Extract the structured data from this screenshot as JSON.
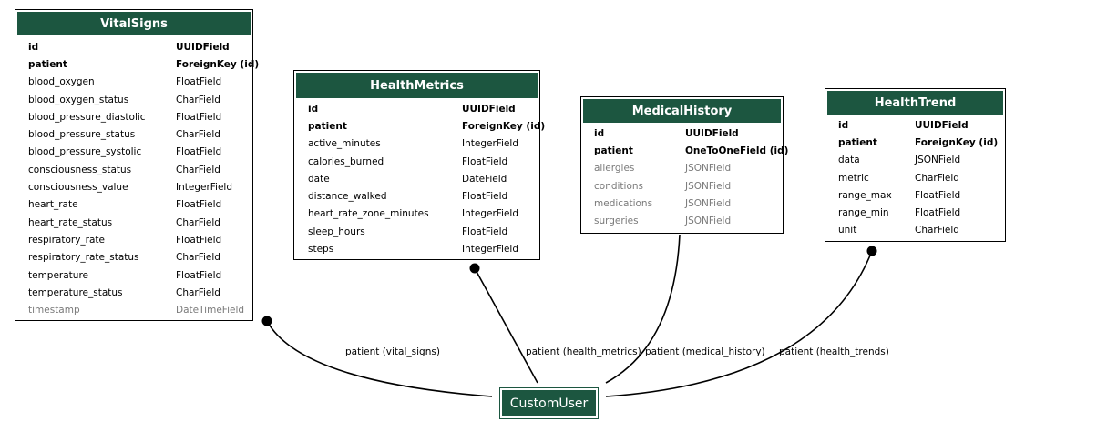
{
  "entities": {
    "vital_signs": {
      "title": "VitalSigns",
      "fields": [
        {
          "name": "id",
          "type": "UUIDField",
          "style": "key"
        },
        {
          "name": "patient",
          "type": "ForeignKey (id)",
          "style": "key"
        },
        {
          "name": "blood_oxygen",
          "type": "FloatField",
          "style": "normal"
        },
        {
          "name": "blood_oxygen_status",
          "type": "CharField",
          "style": "normal"
        },
        {
          "name": "blood_pressure_diastolic",
          "type": "FloatField",
          "style": "normal"
        },
        {
          "name": "blood_pressure_status",
          "type": "CharField",
          "style": "normal"
        },
        {
          "name": "blood_pressure_systolic",
          "type": "FloatField",
          "style": "normal"
        },
        {
          "name": "consciousness_status",
          "type": "CharField",
          "style": "normal"
        },
        {
          "name": "consciousness_value",
          "type": "IntegerField",
          "style": "normal"
        },
        {
          "name": "heart_rate",
          "type": "FloatField",
          "style": "normal"
        },
        {
          "name": "heart_rate_status",
          "type": "CharField",
          "style": "normal"
        },
        {
          "name": "respiratory_rate",
          "type": "FloatField",
          "style": "normal"
        },
        {
          "name": "respiratory_rate_status",
          "type": "CharField",
          "style": "normal"
        },
        {
          "name": "temperature",
          "type": "FloatField",
          "style": "normal"
        },
        {
          "name": "temperature_status",
          "type": "CharField",
          "style": "normal"
        },
        {
          "name": "timestamp",
          "type": "DateTimeField",
          "style": "muted"
        }
      ]
    },
    "health_metrics": {
      "title": "HealthMetrics",
      "fields": [
        {
          "name": "id",
          "type": "UUIDField",
          "style": "key"
        },
        {
          "name": "patient",
          "type": "ForeignKey (id)",
          "style": "key"
        },
        {
          "name": "active_minutes",
          "type": "IntegerField",
          "style": "normal"
        },
        {
          "name": "calories_burned",
          "type": "FloatField",
          "style": "normal"
        },
        {
          "name": "date",
          "type": "DateField",
          "style": "normal"
        },
        {
          "name": "distance_walked",
          "type": "FloatField",
          "style": "normal"
        },
        {
          "name": "heart_rate_zone_minutes",
          "type": "IntegerField",
          "style": "normal"
        },
        {
          "name": "sleep_hours",
          "type": "FloatField",
          "style": "normal"
        },
        {
          "name": "steps",
          "type": "IntegerField",
          "style": "normal"
        }
      ]
    },
    "medical_history": {
      "title": "MedicalHistory",
      "fields": [
        {
          "name": "id",
          "type": "UUIDField",
          "style": "key"
        },
        {
          "name": "patient",
          "type": "OneToOneField (id)",
          "style": "key"
        },
        {
          "name": "allergies",
          "type": "JSONField",
          "style": "muted"
        },
        {
          "name": "conditions",
          "type": "JSONField",
          "style": "muted"
        },
        {
          "name": "medications",
          "type": "JSONField",
          "style": "muted"
        },
        {
          "name": "surgeries",
          "type": "JSONField",
          "style": "muted"
        }
      ]
    },
    "health_trend": {
      "title": "HealthTrend",
      "fields": [
        {
          "name": "id",
          "type": "UUIDField",
          "style": "key"
        },
        {
          "name": "patient",
          "type": "ForeignKey (id)",
          "style": "key"
        },
        {
          "name": "data",
          "type": "JSONField",
          "style": "normal"
        },
        {
          "name": "metric",
          "type": "CharField",
          "style": "normal"
        },
        {
          "name": "range_max",
          "type": "FloatField",
          "style": "normal"
        },
        {
          "name": "range_min",
          "type": "FloatField",
          "style": "normal"
        },
        {
          "name": "unit",
          "type": "CharField",
          "style": "normal"
        }
      ]
    }
  },
  "custom_user": {
    "title": "CustomUser"
  },
  "edges": [
    {
      "from": "vital_signs",
      "label": "patient (vital_signs)"
    },
    {
      "from": "health_metrics",
      "label": "patient (health_metrics)"
    },
    {
      "from": "medical_history",
      "label": "patient (medical_history)"
    },
    {
      "from": "health_trend",
      "label": "patient (health_trends)"
    }
  ],
  "colors": {
    "header": "#1c5640",
    "edge": "#000000",
    "muted_text": "#7a7a7a"
  }
}
